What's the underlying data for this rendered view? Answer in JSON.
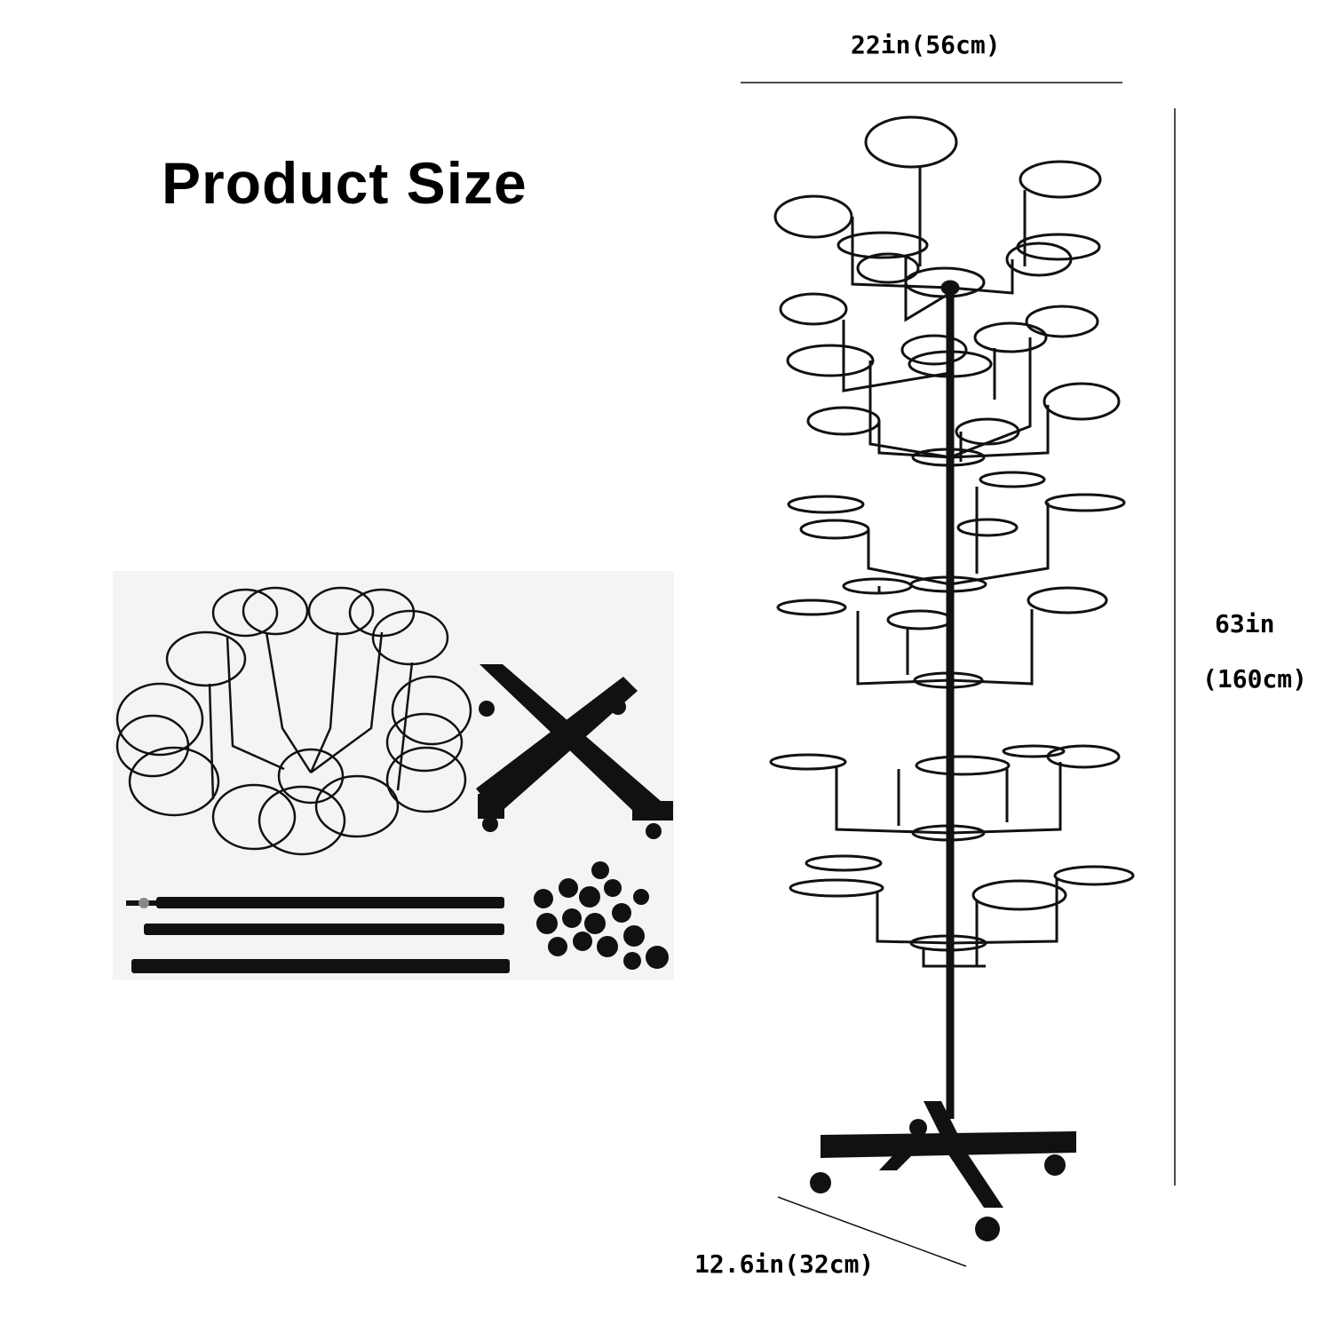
{
  "heading": "Product Size",
  "dimensions": {
    "width": "22in(56cm)",
    "height_in": "63in",
    "height_cm": "(160cm)",
    "depth": "12.6in(32cm)"
  },
  "colors": {
    "background": "#ffffff",
    "product": "#111111",
    "panel": "#f4f4f4"
  }
}
